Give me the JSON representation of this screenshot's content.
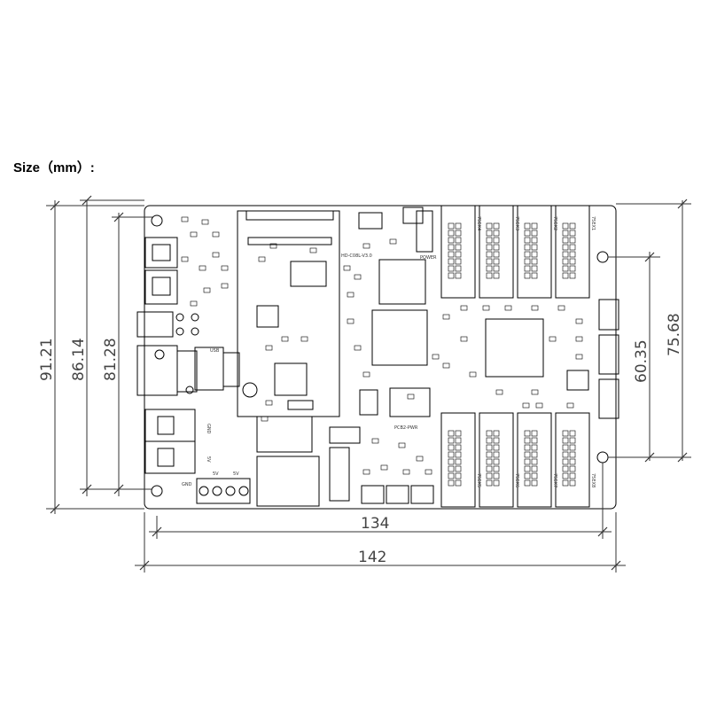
{
  "heading": "Size（mm）:",
  "dimensions": {
    "width_outer": "142",
    "width_holes": "134",
    "height_total": "91.21",
    "height_2": "86.14",
    "height_3": "81.28",
    "height_right_outer": "75.68",
    "height_right_inner": "60.35"
  },
  "labels": {
    "gnd_bottom": "GND",
    "v5_bottom_a": "5V",
    "v5_bottom_b": "5V",
    "gnd_mid": "GND",
    "v5_mid": "5V",
    "hub": [
      {
        "text": "75EX4"
      },
      {
        "text": "75EX3"
      },
      {
        "text": "75EX2"
      },
      {
        "text": "75EX1"
      },
      {
        "text": "75EX5"
      },
      {
        "text": "75EX6"
      },
      {
        "text": "75EX7"
      },
      {
        "text": "75EX8"
      }
    ],
    "module": "HD-C08L-V3.0",
    "usb": "USB",
    "power_label": "POWER",
    "mid_label": "PCB2-PWR"
  },
  "colors": {
    "stroke": "#000000",
    "dim": "#333333"
  }
}
